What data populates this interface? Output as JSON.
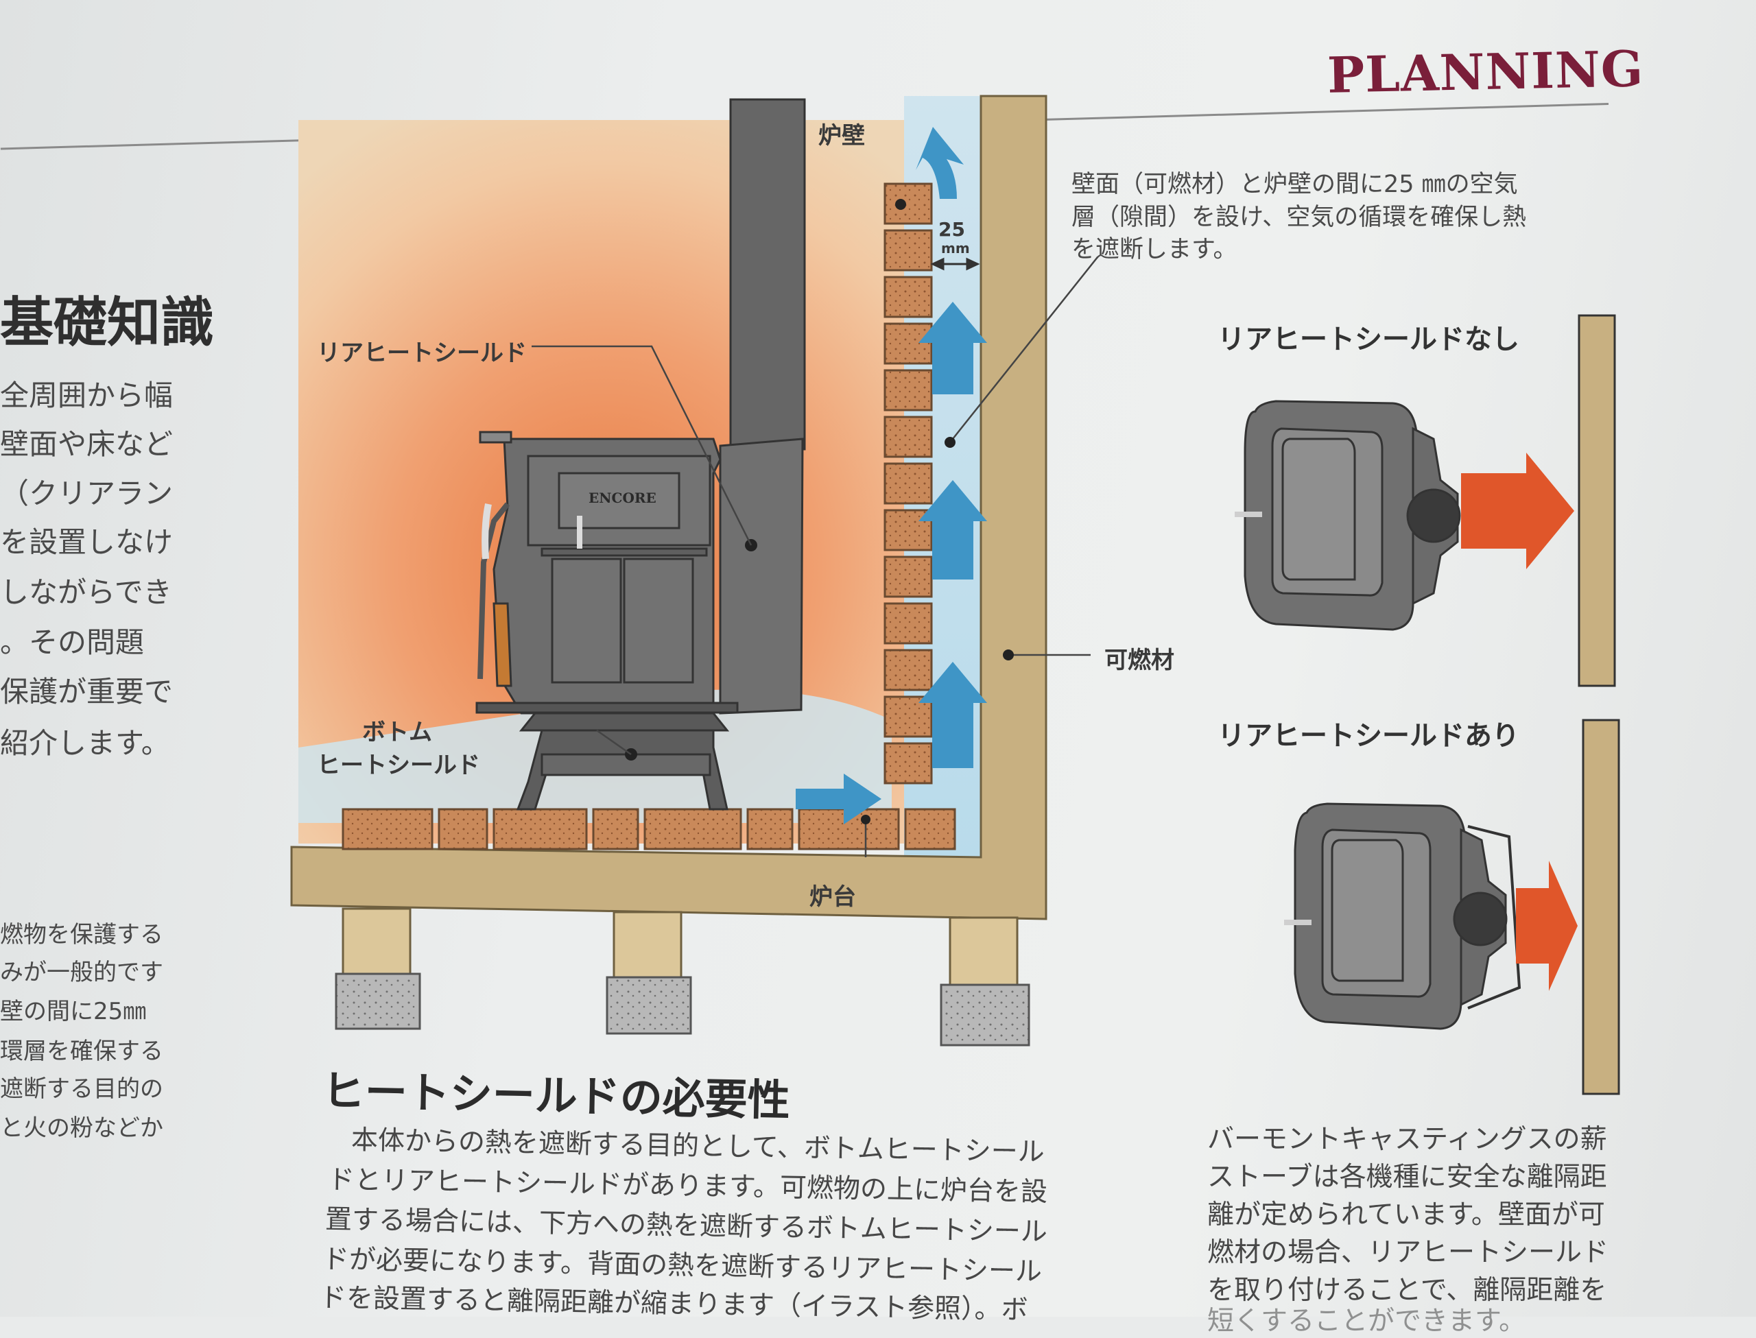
{
  "header": {
    "title": "PLANNING"
  },
  "left_column": {
    "heading": "基礎知識",
    "paragraph1": [
      "全周囲から幅",
      "壁面や床など",
      "（クリアラン",
      "を設置しなけ",
      "しながらでき",
      "。その問題",
      "保護が重要で",
      "紹介します。"
    ],
    "paragraph2": [
      "燃物を保護する",
      "みが一般的です",
      "壁の間に25㎜",
      "環層を確保する",
      "遮断する目的の",
      "と火の粉などか"
    ]
  },
  "diagram": {
    "labels": {
      "rear_wall": "炉壁",
      "gap_value": "25",
      "gap_unit": "mm",
      "rear_heat_shield": "リアヒートシールド",
      "bottom_heat_shield_line1": "ボトム",
      "bottom_heat_shield_line2": "ヒートシールド",
      "combustible": "可燃材",
      "hearth": "炉台",
      "stove_brand": "ENCORE"
    },
    "note": [
      "壁面（可燃材）と炉壁の間に25 ㎜の空気",
      "層（隙間）を設け、空気の循環を確保し熱",
      "を遮断します。"
    ]
  },
  "side_diagrams": {
    "without_shield": "リアヒートシールドなし",
    "with_shield": "リアヒートシールドあり"
  },
  "article": {
    "heading": "ヒートシールドの必要性",
    "lines": [
      "本体からの熱を遮断する目的として、ボトムヒートシール",
      "ドとリアヒートシールドがあります。可燃物の上に炉台を設",
      "置する場合には、下方への熱を遮断するボトムヒートシール",
      "ドが必要になります。背面の熱を遮断するリアヒートシール",
      "ドを設置すると離隔距離が縮まります（イラスト参照）。ボ"
    ]
  },
  "right_text": {
    "lines": [
      "バーモントキャスティングスの薪",
      "ストーブは各機種に安全な離隔距",
      "離が定められています。壁面が可",
      "燃材の場合、リアヒートシールド",
      "を取り付けることで、離隔距離を",
      "短くすることができます。"
    ]
  },
  "colors": {
    "accent": "#7a1f3a",
    "heat": "#e8783f",
    "wood": "#c8b081",
    "brick": "#c9895a",
    "air_arrow": "#3f95c6",
    "stove": "#6d6d6d",
    "heat_arrow": "#e0562a"
  }
}
